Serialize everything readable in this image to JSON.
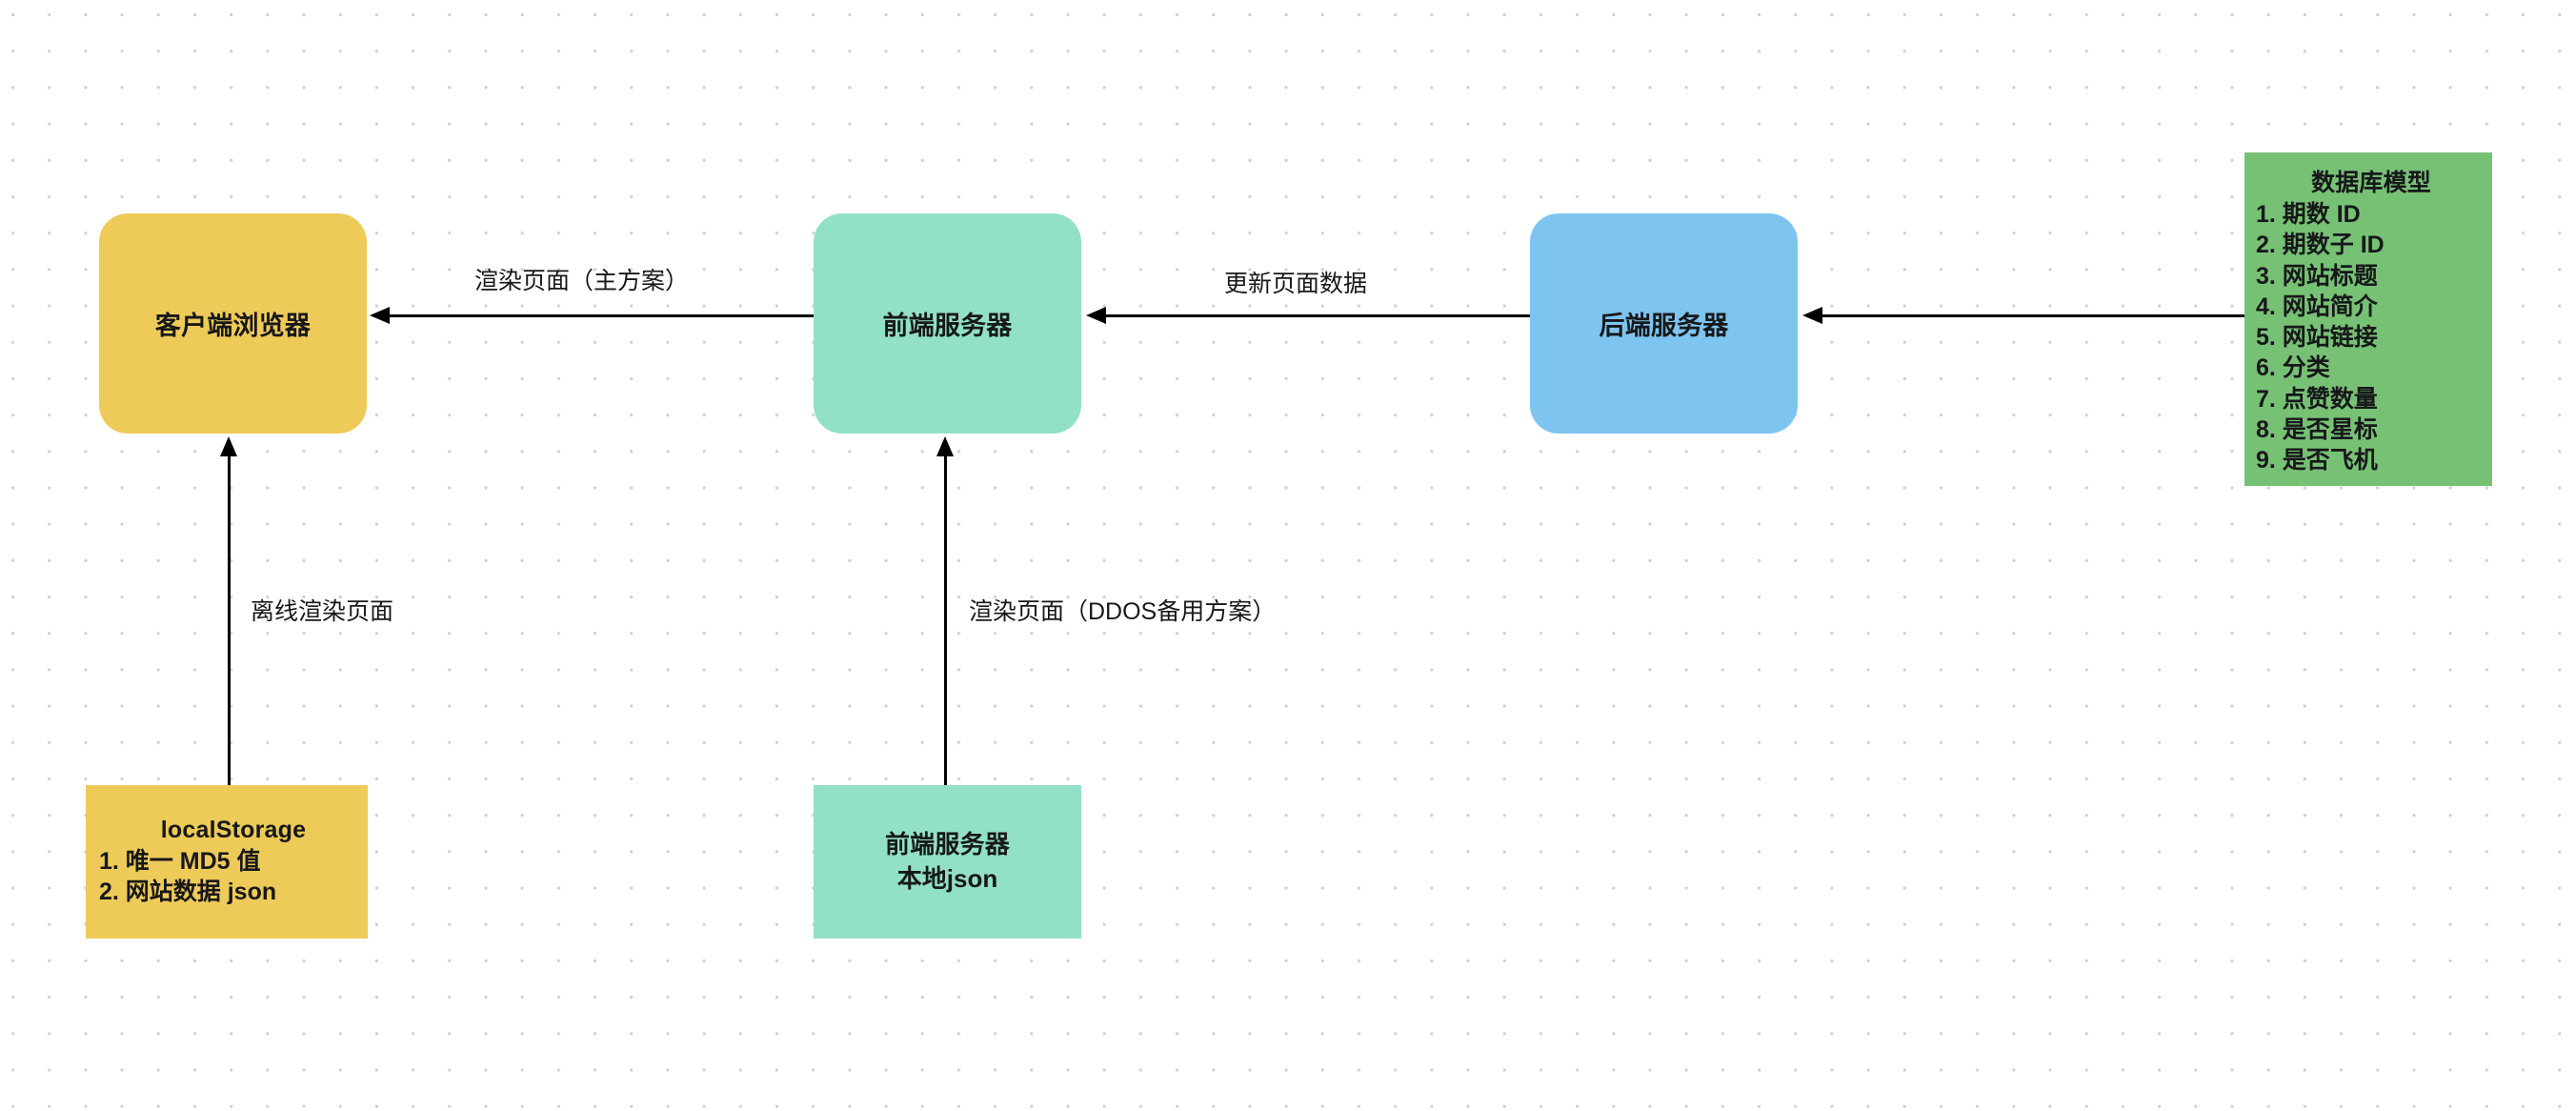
{
  "canvas": {
    "background_color": "#ffffff",
    "grid_dot_color": "#d2d2d4"
  },
  "palette": {
    "yellow": "#eeca58",
    "teal": "#92e0c8",
    "blue": "#7dc5f0",
    "green": "#77c175",
    "stroke": "#000000",
    "text": "#17181a"
  },
  "nodes": {
    "client_browser": {
      "label": "客户端浏览器",
      "color": "#eeca58"
    },
    "frontend_server": {
      "label": "前端服务器",
      "color": "#92e0c8"
    },
    "backend_server": {
      "label": "后端服务器",
      "color": "#7dc5f0"
    },
    "local_storage": {
      "label": "localStorage",
      "color": "#eeca58",
      "fields": [
        "1. 唯一 MD5 值",
        "2. 网站数据 json"
      ]
    },
    "frontend_local_json": {
      "label": "前端服务器",
      "sublabel": "本地json",
      "color": "#92e0c8"
    },
    "database_model": {
      "label": "数据库模型",
      "color": "#77c175",
      "fields": [
        "1. 期数 ID",
        "2. 期数子 ID",
        "3. 网站标题",
        "4. 网站简介",
        "5. 网站链接",
        "6. 分类",
        "7. 点赞数量",
        "8. 是否星标",
        "9. 是否飞机"
      ]
    }
  },
  "edges": [
    {
      "id": "frontend-to-browser",
      "label": "渲染页面（主方案）",
      "direction": "left"
    },
    {
      "id": "backend-to-frontend",
      "label": "更新页面数据",
      "direction": "left"
    },
    {
      "id": "dbmodel-to-backend",
      "label": "",
      "direction": "left"
    },
    {
      "id": "localstorage-to-browser",
      "label": "离线渲染页面",
      "direction": "up"
    },
    {
      "id": "localjson-to-frontend",
      "label": "渲染页面（DDOS备用方案）",
      "direction": "up"
    }
  ]
}
